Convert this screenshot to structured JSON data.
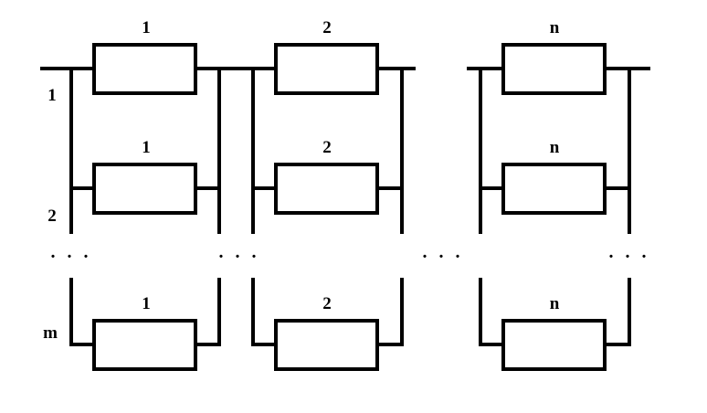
{
  "diagram": {
    "columns": [
      {
        "label": "1"
      },
      {
        "label": "2"
      },
      {
        "label": "n"
      }
    ],
    "rows": [
      {
        "label": "1"
      },
      {
        "label": "2"
      },
      {
        "label": "m"
      }
    ],
    "ellipsis": ". . ."
  }
}
